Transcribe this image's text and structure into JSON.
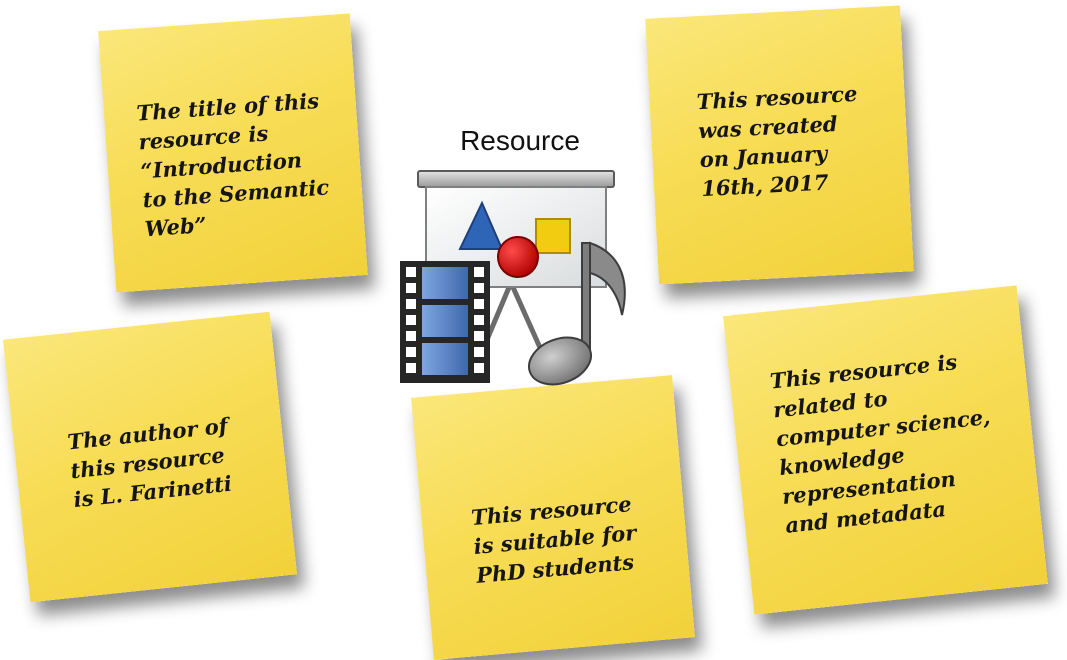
{
  "resource": {
    "label": "Resource",
    "icon": "presentation-media-icon"
  },
  "notes": {
    "title": "The title of this\nresource is\n“Introduction\nto the Semantic\nWeb”",
    "created": "This resource\nwas created\non January\n16th, 2017",
    "author": "The author of\nthis resource\nis L. Farinetti",
    "suitable": "This resource\nis suitable for\nPhD students",
    "related": "This resource is\nrelated to\ncomputer science,\nknowledge\nrepresentation\nand metadata"
  },
  "colors": {
    "note": "#f7dc55",
    "triangle": "#2f65b6",
    "circle": "#cc1111",
    "square": "#f2cc10",
    "film": "#5a86c9",
    "note_symbol": "#8a8a8a"
  }
}
